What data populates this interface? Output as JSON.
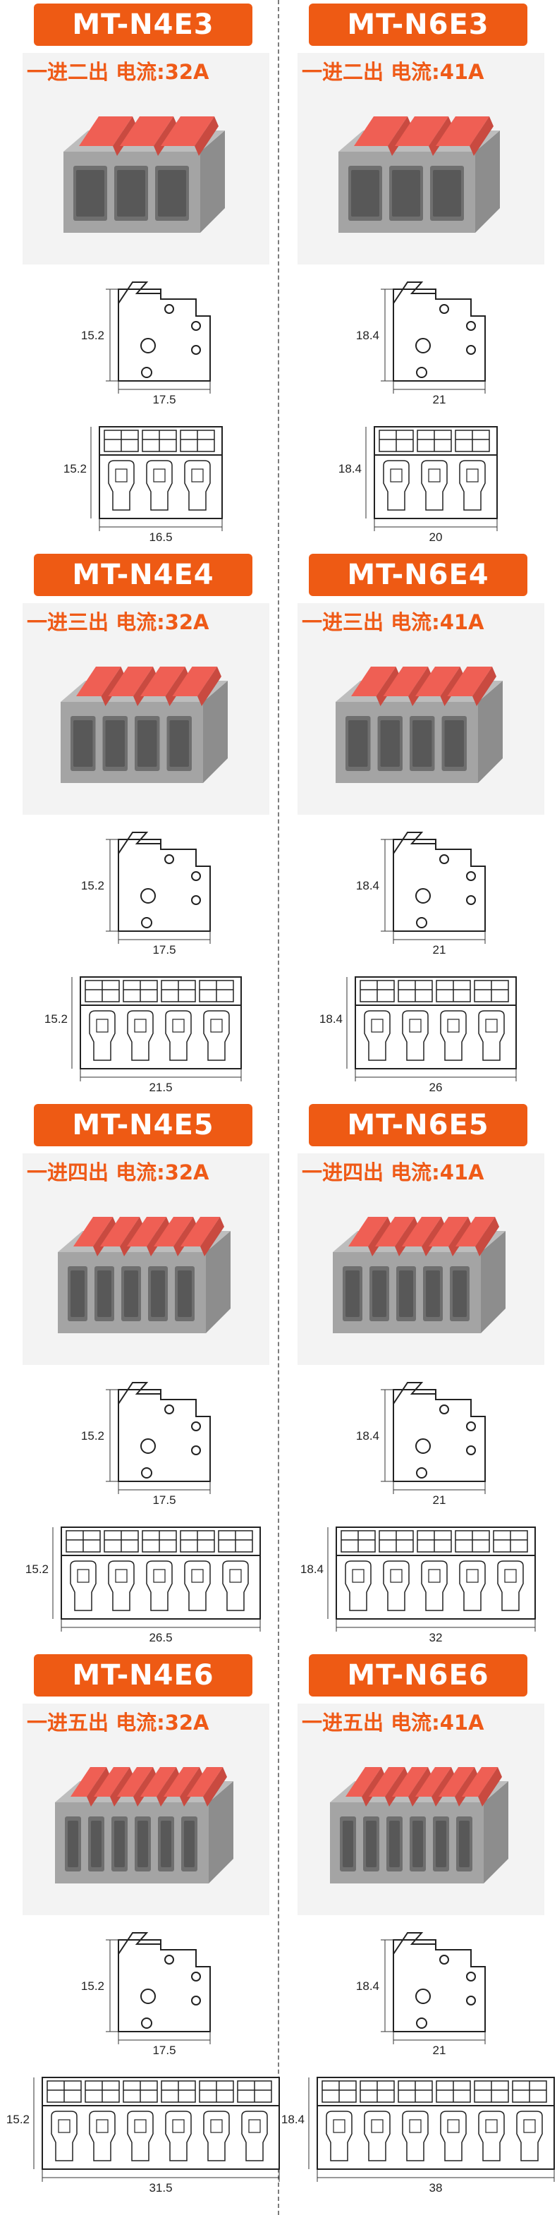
{
  "products": [
    {
      "model": "MT-N4E3",
      "spec": "一进二出 电流:32A",
      "poles": 3,
      "side_height": "15.2",
      "side_width": "17.5",
      "front_height": "15.2",
      "front_width": "16.5"
    },
    {
      "model": "MT-N6E3",
      "spec": "一进二出 电流:41A",
      "poles": 3,
      "side_height": "18.4",
      "side_width": "21",
      "front_height": "18.4",
      "front_width": "20"
    },
    {
      "model": "MT-N4E4",
      "spec": "一进三出 电流:32A",
      "poles": 4,
      "side_height": "15.2",
      "side_width": "17.5",
      "front_height": "15.2",
      "front_width": "21.5"
    },
    {
      "model": "MT-N6E4",
      "spec": "一进三出 电流:41A",
      "poles": 4,
      "side_height": "18.4",
      "side_width": "21",
      "front_height": "18.4",
      "front_width": "26"
    },
    {
      "model": "MT-N4E5",
      "spec": "一进四出 电流:32A",
      "poles": 5,
      "side_height": "15.2",
      "side_width": "17.5",
      "front_height": "15.2",
      "front_width": "26.5"
    },
    {
      "model": "MT-N6E5",
      "spec": "一进四出 电流:41A",
      "poles": 5,
      "side_height": "18.4",
      "side_width": "21",
      "front_height": "18.4",
      "front_width": "32"
    },
    {
      "model": "MT-N4E6",
      "spec": "一进五出 电流:32A",
      "poles": 6,
      "side_height": "15.2",
      "side_width": "17.5",
      "front_height": "15.2",
      "front_width": "31.5"
    },
    {
      "model": "MT-N6E6",
      "spec": "一进五出 电流:41A",
      "poles": 6,
      "side_height": "18.4",
      "side_width": "21",
      "front_height": "18.4",
      "front_width": "38"
    }
  ],
  "colors": {
    "badge": "#ee5a14",
    "spec_text": "#ef5a17",
    "housing": "#a4a4a4",
    "lever": "#ef5f54"
  }
}
